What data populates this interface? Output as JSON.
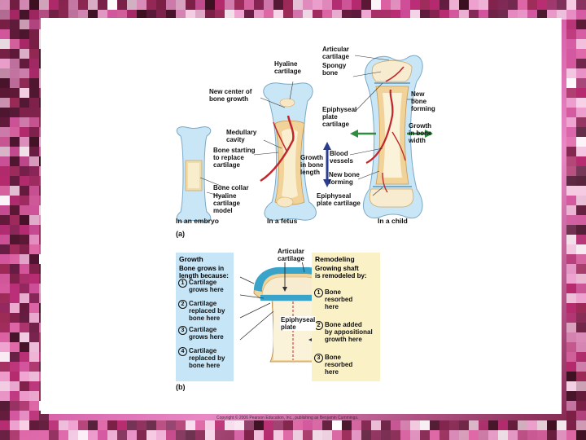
{
  "labels": {
    "articular_cartilage": "Articular\ncartilage",
    "spongy_bone": "Spongy\nbone",
    "hyaline_cartilage_top": "Hyaline\ncartilage",
    "new_center": "New center of\nbone growth",
    "new_bone_forming_right": "New\nbone\nforming",
    "epiphyseal_plate_cartilage_a": "Epiphyseal\nplate\ncartilage",
    "growth_in_width": "Growth\nin bone\nwidth",
    "medullary_cavity": "Medullary\ncavity",
    "bone_starting": "Bone starting\nto replace\ncartilage",
    "growth_in_length": "Growth\nin bone\nlength",
    "blood_vessels": "Blood\nvessels",
    "new_bone_forming_mid": "New bone\nforming",
    "bone_collar": "Bone collar",
    "hyaline_model": "Hyaline\ncartilage\nmodel",
    "epiphyseal_plate_cartilage_b": "Epiphyseal\nplate cartilage",
    "articular_cartilage_b": "Articular\ncartilage",
    "epiphyseal_plate_b": "Epiphyseal\nplate"
  },
  "stages": {
    "embryo": "In an embryo",
    "fetus": "In a fetus",
    "child": "In a child"
  },
  "parts": {
    "a": "(a)",
    "b": "(b)"
  },
  "growth_box": {
    "title": "Growth",
    "subtitle": "Bone grows in\nlength because:",
    "steps": [
      {
        "num": "1",
        "text": "Cartilage\ngrows here"
      },
      {
        "num": "2",
        "text": "Cartilage\nreplaced by\nbone here"
      },
      {
        "num": "3",
        "text": "Cartilage\ngrows here"
      },
      {
        "num": "4",
        "text": "Cartilage\nreplaced by\nbone here"
      }
    ]
  },
  "remodel_box": {
    "title": "Remodeling",
    "subtitle": "Growing shaft\nis remodeled by:",
    "steps": [
      {
        "num": "1",
        "text": "Bone\nresorbed\nhere"
      },
      {
        "num": "2",
        "text": "Bone added\nby appositional\ngrowth here"
      },
      {
        "num": "3",
        "text": "Bone\nresorbed\nhere"
      }
    ]
  },
  "copyright": "Copyright © 2006 Pearson Education, Inc., publishing as Benjamin Cummings.",
  "colors": {
    "cartilage": "#c8e6f5",
    "bone": "#f3d9a4",
    "spongy": "#f7f0d8",
    "vessel": "#c0272d",
    "growth_box": "#c6e5f7",
    "remodel_box": "#fbf1c6",
    "arrow_blue": "#2a3d8f",
    "arrow_green": "#2f8d3e"
  }
}
